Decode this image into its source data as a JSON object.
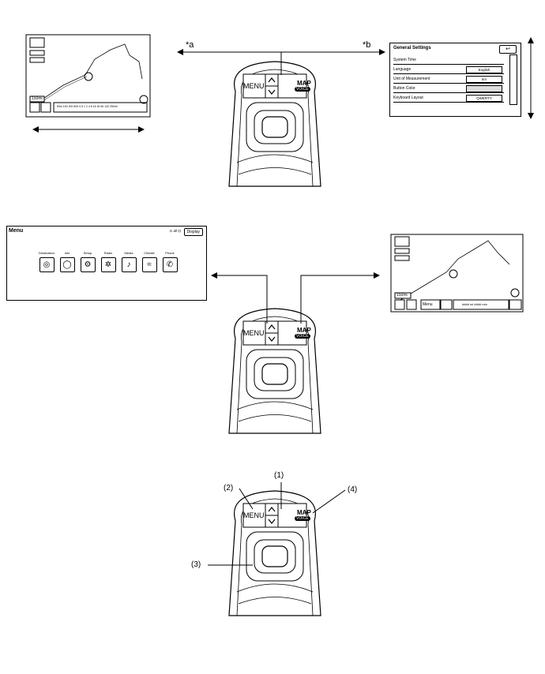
{
  "labels": {
    "a": "*a",
    "b": "*b",
    "c1": "(1)",
    "c2": "(2)",
    "c3": "(3)",
    "c4": "(4)"
  },
  "remote": {
    "menu_label": "MENU",
    "map_label": "MAP",
    "voice_label": "VOICE",
    "up_glyph": "^",
    "down_glyph": "v"
  },
  "map_screen": {
    "scale": "150mi",
    "menu_label": "Menu",
    "info": "#### mi  #### min",
    "scale_bar": "50m 100 200 500 0.5 1 2 4 8 16 30 60 120 250mi"
  },
  "general_settings": {
    "title": "General Settings",
    "back": "↩",
    "rows": [
      {
        "label": "System Time",
        "value": ""
      },
      {
        "label": "Language",
        "value": "English"
      },
      {
        "label": "Unit of Measurement",
        "value": "km"
      },
      {
        "label": "Button Color",
        "value": ""
      },
      {
        "label": "Keyboard Layout",
        "value": "QWERTY"
      }
    ]
  },
  "menu_screen": {
    "title": "Menu",
    "info": "⊙ all ⊡",
    "display_btn": "Display",
    "items": [
      {
        "label": "Destination",
        "icon": "compass-icon",
        "glyph": "◎"
      },
      {
        "label": "Info",
        "icon": "info-icon",
        "glyph": "◯"
      },
      {
        "label": "Setup",
        "icon": "setup-icon",
        "glyph": "⚙"
      },
      {
        "label": "Radio",
        "icon": "radio-icon",
        "glyph": "✲"
      },
      {
        "label": "Media",
        "icon": "media-icon",
        "glyph": "♪"
      },
      {
        "label": "Climate",
        "icon": "climate-icon",
        "glyph": "≈"
      },
      {
        "label": "Phone",
        "icon": "phone-icon",
        "glyph": "✆"
      }
    ]
  }
}
